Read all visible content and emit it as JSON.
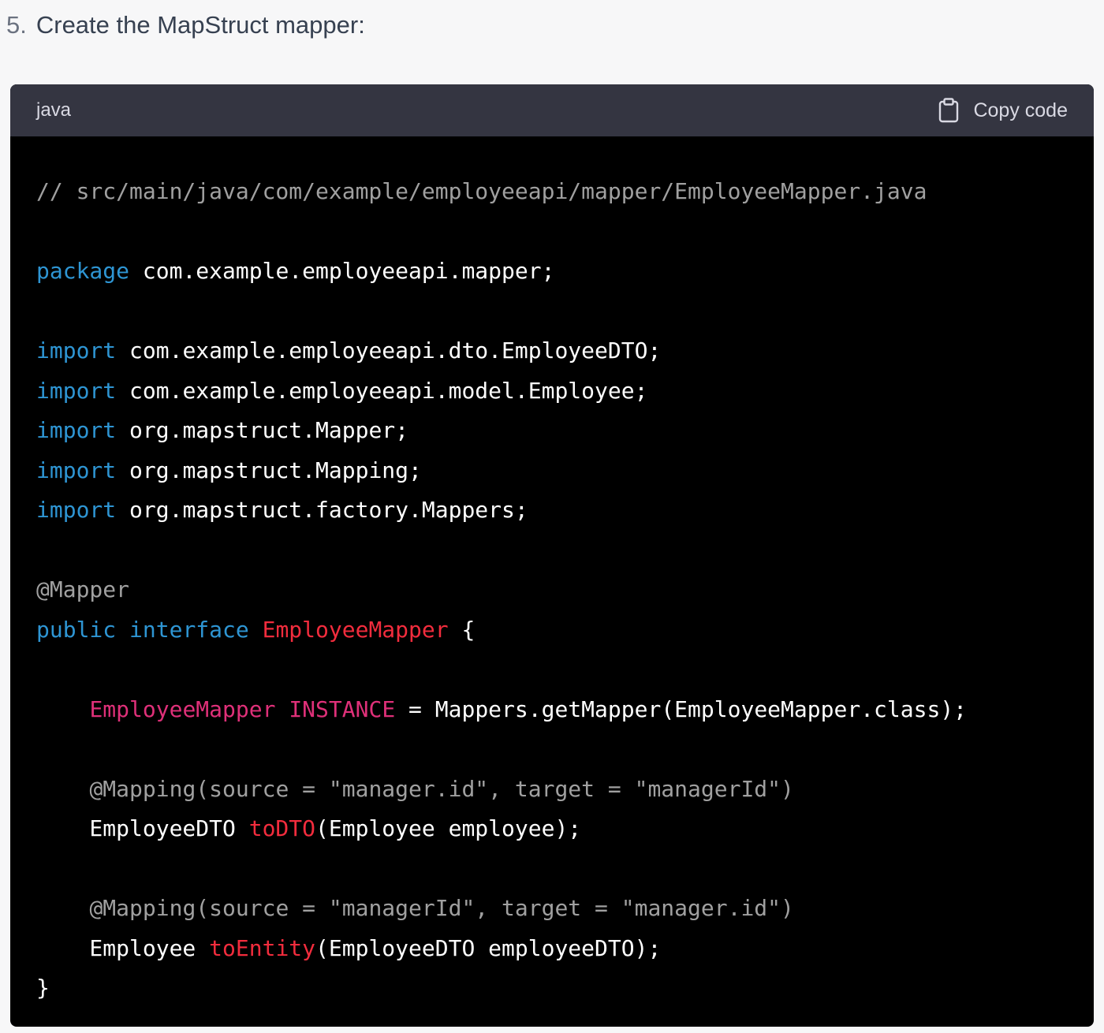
{
  "step": {
    "number": "5.",
    "text": "Create the MapStruct mapper:"
  },
  "code_block": {
    "language": "java",
    "copy_label": "Copy code",
    "copy_icon": "clipboard-icon",
    "lines": [
      [
        {
          "t": "// src/main/java/com/example/employeeapi/mapper/EmployeeMapper.java",
          "c": "comment"
        }
      ],
      [],
      [
        {
          "t": "package",
          "c": "kw"
        },
        {
          "t": " com.example.employeeapi.mapper;",
          "c": ""
        }
      ],
      [],
      [
        {
          "t": "import",
          "c": "kw"
        },
        {
          "t": " com.example.employeeapi.dto.EmployeeDTO;",
          "c": ""
        }
      ],
      [
        {
          "t": "import",
          "c": "kw"
        },
        {
          "t": " com.example.employeeapi.model.Employee;",
          "c": ""
        }
      ],
      [
        {
          "t": "import",
          "c": "kw"
        },
        {
          "t": " org.mapstruct.Mapper;",
          "c": ""
        }
      ],
      [
        {
          "t": "import",
          "c": "kw"
        },
        {
          "t": " org.mapstruct.Mapping;",
          "c": ""
        }
      ],
      [
        {
          "t": "import",
          "c": "kw"
        },
        {
          "t": " org.mapstruct.factory.Mappers;",
          "c": ""
        }
      ],
      [],
      [
        {
          "t": "@Mapper",
          "c": "meta"
        }
      ],
      [
        {
          "t": "public",
          "c": "kw"
        },
        {
          "t": " ",
          "c": ""
        },
        {
          "t": "interface",
          "c": "kw"
        },
        {
          "t": " ",
          "c": ""
        },
        {
          "t": "EmployeeMapper",
          "c": "title"
        },
        {
          "t": " {",
          "c": ""
        }
      ],
      [],
      [
        {
          "t": "    ",
          "c": ""
        },
        {
          "t": "EmployeeMapper",
          "c": "attr"
        },
        {
          "t": " ",
          "c": ""
        },
        {
          "t": "INSTANCE",
          "c": "attr"
        },
        {
          "t": " = Mappers.getMapper(EmployeeMapper.class);",
          "c": ""
        }
      ],
      [],
      [
        {
          "t": "    ",
          "c": ""
        },
        {
          "t": "@Mapping(source = \"manager.id\", target = \"managerId\")",
          "c": "meta"
        }
      ],
      [
        {
          "t": "    EmployeeDTO ",
          "c": ""
        },
        {
          "t": "toDTO",
          "c": "title"
        },
        {
          "t": "(Employee employee);",
          "c": ""
        }
      ],
      [],
      [
        {
          "t": "    ",
          "c": ""
        },
        {
          "t": "@Mapping(source = \"managerId\", target = \"manager.id\")",
          "c": "meta"
        }
      ],
      [
        {
          "t": "    Employee ",
          "c": ""
        },
        {
          "t": "toEntity",
          "c": "title"
        },
        {
          "t": "(EmployeeDTO employeeDTO);",
          "c": ""
        }
      ],
      [
        {
          "t": "}",
          "c": ""
        }
      ]
    ]
  }
}
